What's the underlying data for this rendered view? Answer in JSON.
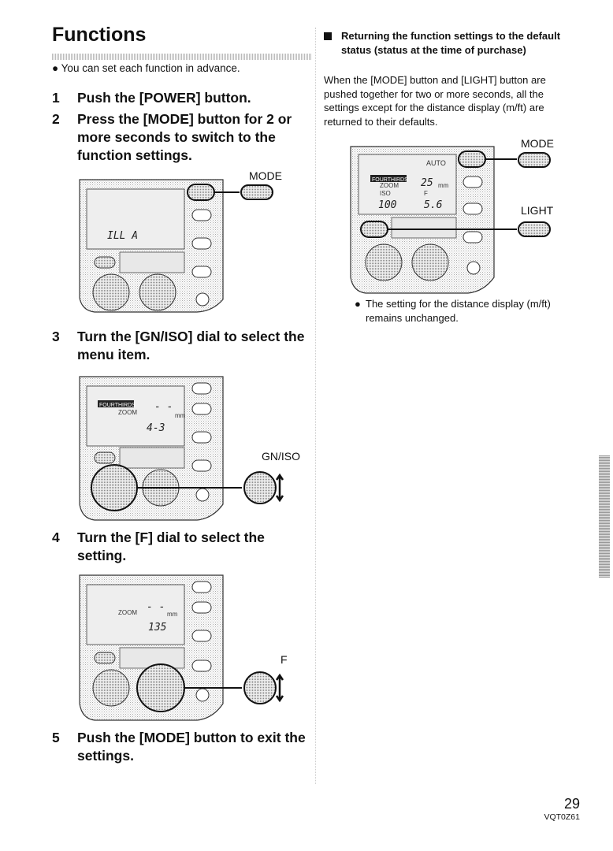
{
  "title": "Functions",
  "intro": "You can set each function in advance.",
  "steps": [
    {
      "num": "1",
      "text": "Push the [POWER] button."
    },
    {
      "num": "2",
      "text": "Press the [MODE] button for 2 or more seconds to switch to the function settings."
    },
    {
      "num": "3",
      "text": "Turn the [GN/ISO] dial to select the menu item."
    },
    {
      "num": "4",
      "text": "Turn the [F] dial to select the setting."
    },
    {
      "num": "5",
      "text": "Push the [MODE] button to exit the settings."
    }
  ],
  "figures": {
    "fig1": {
      "label": "MODE",
      "lcd": "ILL  A"
    },
    "fig2": {
      "label": "GN/ISO",
      "lcd_badge": "FOURTHIRDS",
      "lcd_zoom": "ZOOM",
      "lcd_dash": "- -",
      "lcd_mm": "mm",
      "lcd_value": "4-3"
    },
    "fig3": {
      "label": "F",
      "lcd_zoom": "ZOOM",
      "lcd_dash": "- -",
      "lcd_mm": "mm",
      "lcd_value": "135"
    },
    "fig4": {
      "label_mode": "MODE",
      "label_light": "LIGHT",
      "lcd_auto": "AUTO",
      "lcd_badge": "FOURTHIRDS",
      "lcd_zoom": "ZOOM",
      "lcd_iso": "ISO",
      "lcd_f": "F",
      "lcd_zoomval": "25",
      "lcd_mm": "mm",
      "lcd_isoval": "100",
      "lcd_fval": "5.6"
    }
  },
  "reset": {
    "heading": "Returning the function settings to the default status (status at the time of purchase)",
    "body": "When the [MODE] button and [LIGHT] button are pushed together for two or more seconds, all the settings except for the distance display (m/ft) are returned to their defaults.",
    "note": "The setting for the distance display (m/ft) remains unchanged."
  },
  "footer": {
    "page": "29",
    "code": "VQT0Z61"
  }
}
